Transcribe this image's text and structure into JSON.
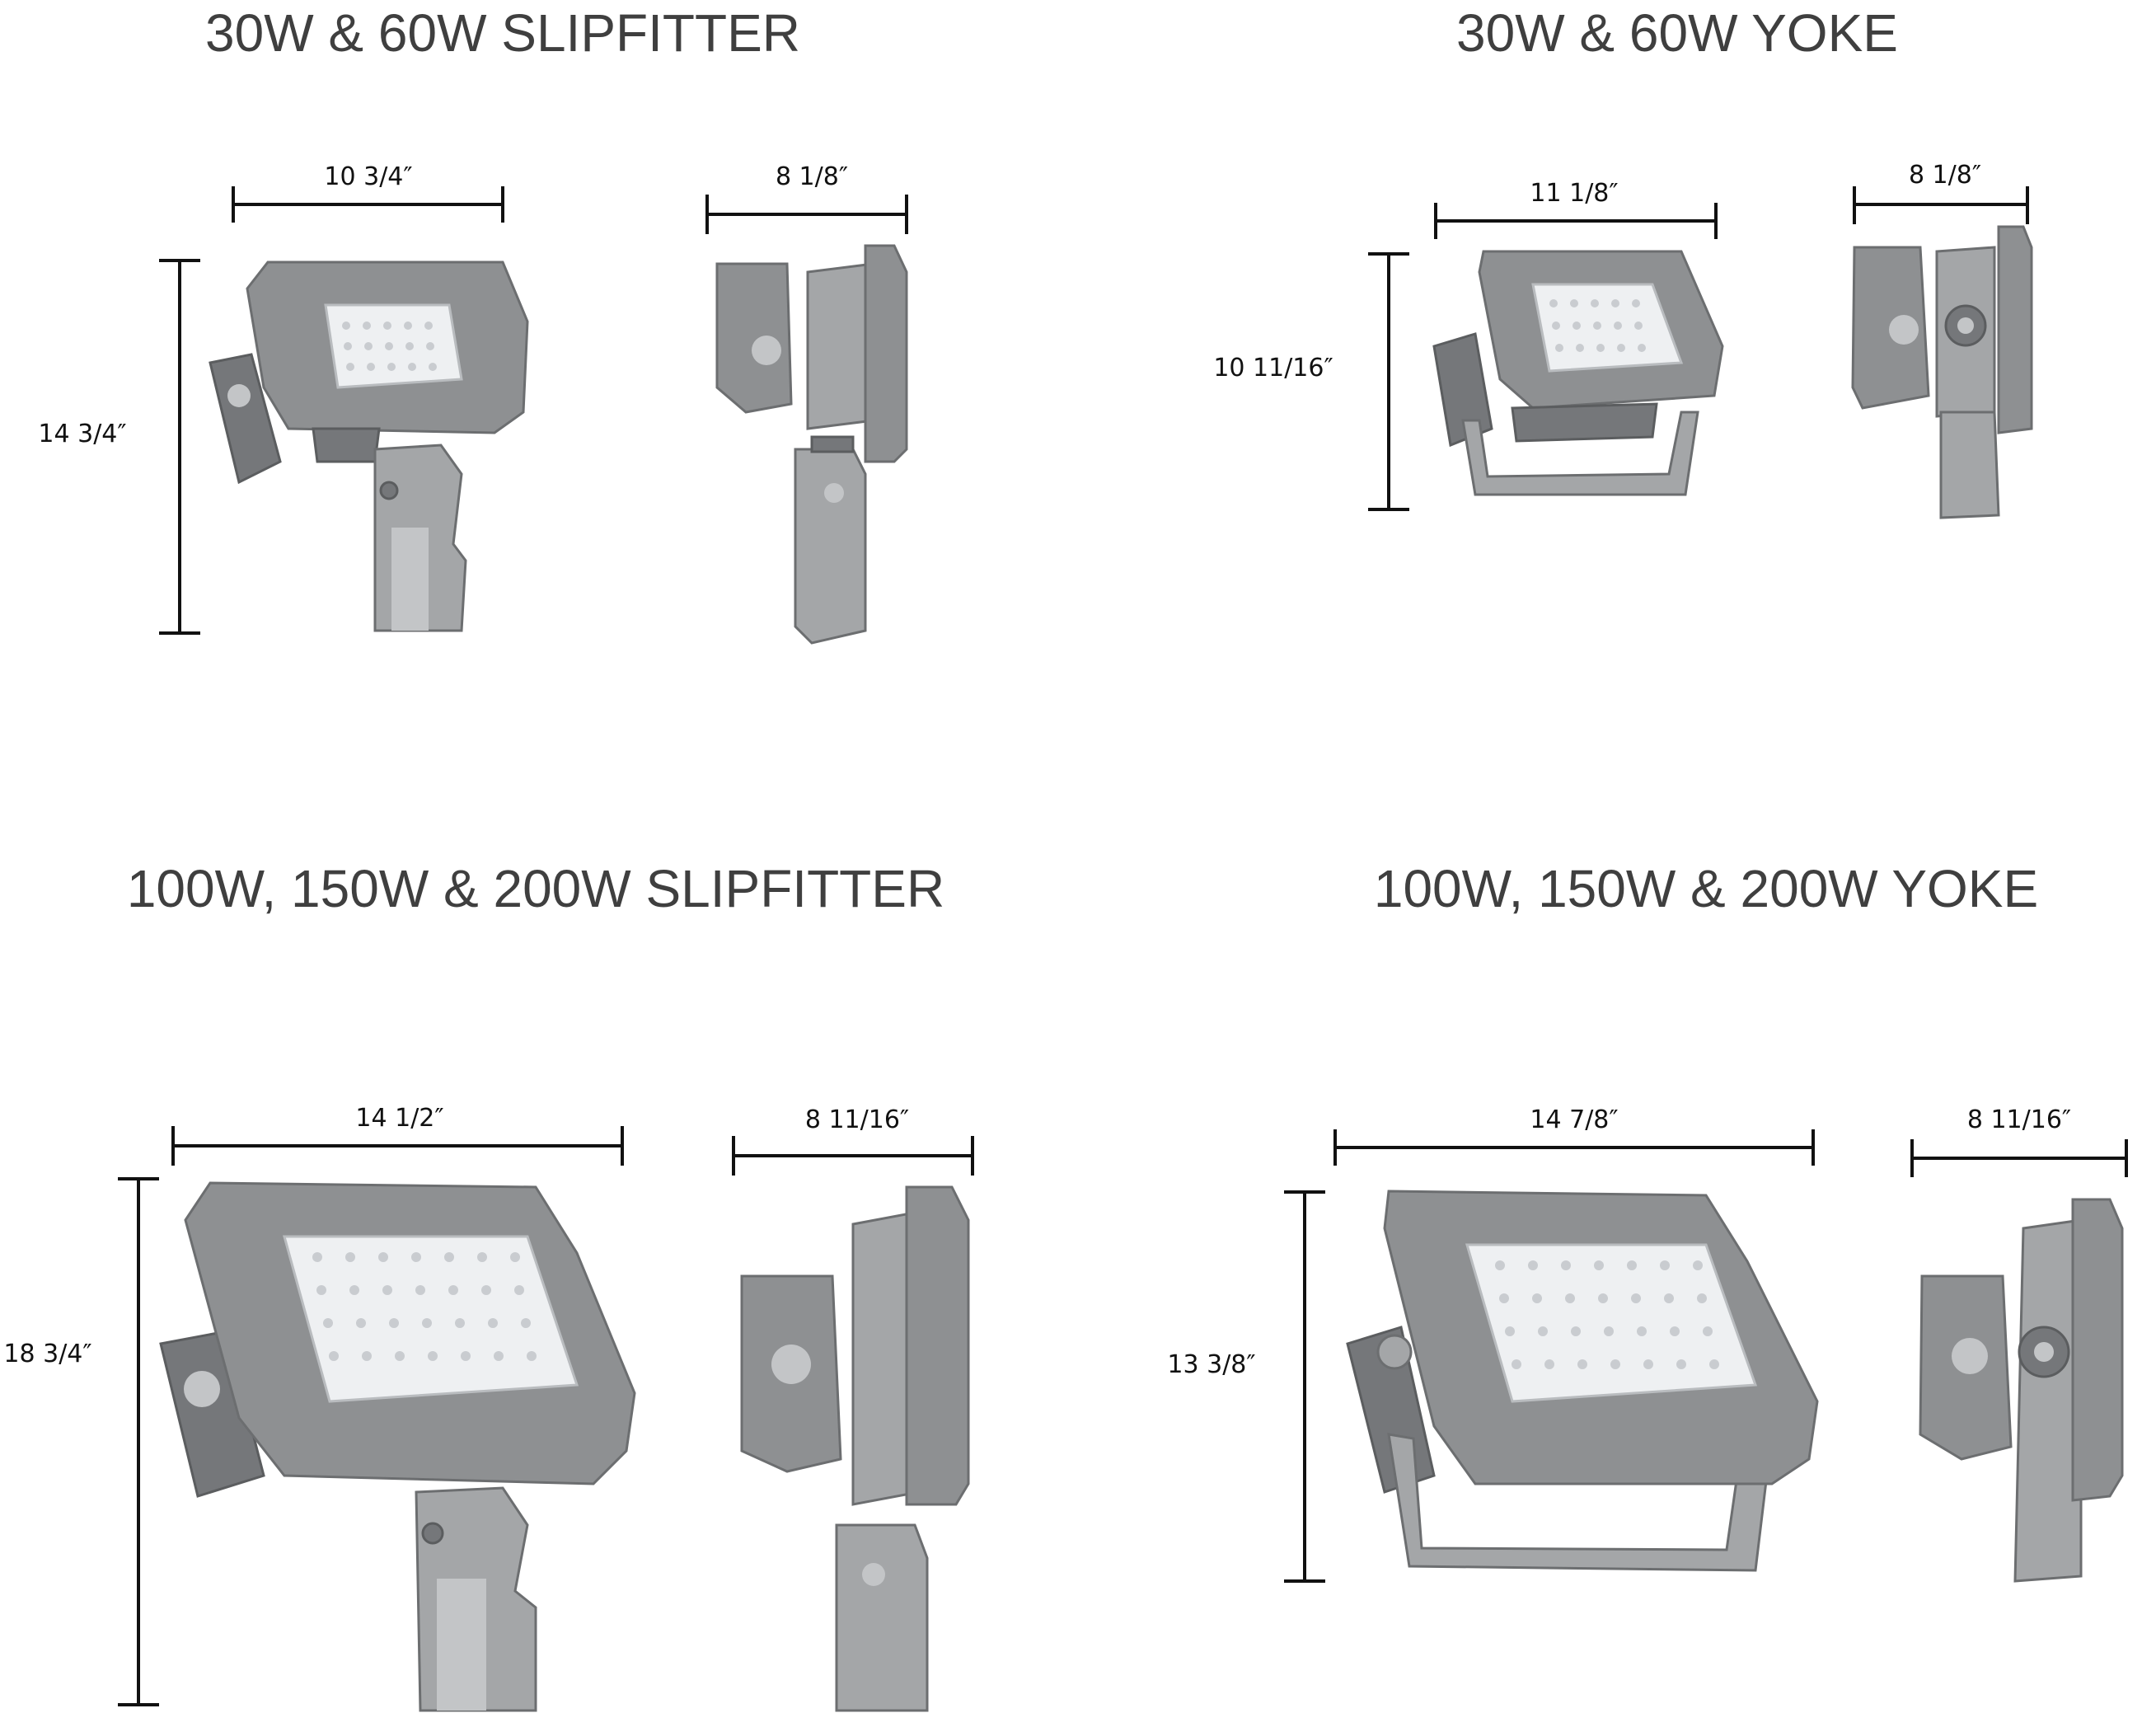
{
  "sections": [
    {
      "title": "30W & 60W SLIPFITTER",
      "front_width": "10 3/4″",
      "height": "14 3/4″",
      "side_depth": "8 1/8″"
    },
    {
      "title": "30W & 60W YOKE",
      "front_width": "11 1/8″",
      "height": "10 11/16″",
      "side_depth": "8 1/8″"
    },
    {
      "title": "100W, 150W & 200W SLIPFITTER",
      "front_width": "14 1/2″",
      "height": "18 3/4″",
      "side_depth": "8 11/16″"
    },
    {
      "title": "100W, 150W & 200W YOKE",
      "front_width": "14 7/8″",
      "height": "13 3/8″",
      "side_depth": "8 11/16″"
    }
  ],
  "colors": {
    "housing": "#8e9092",
    "housing_light": "#a4a6a8",
    "lens": "#eef0f2",
    "dimension_lines": "#111111",
    "title_text": "#3f3f3f"
  }
}
